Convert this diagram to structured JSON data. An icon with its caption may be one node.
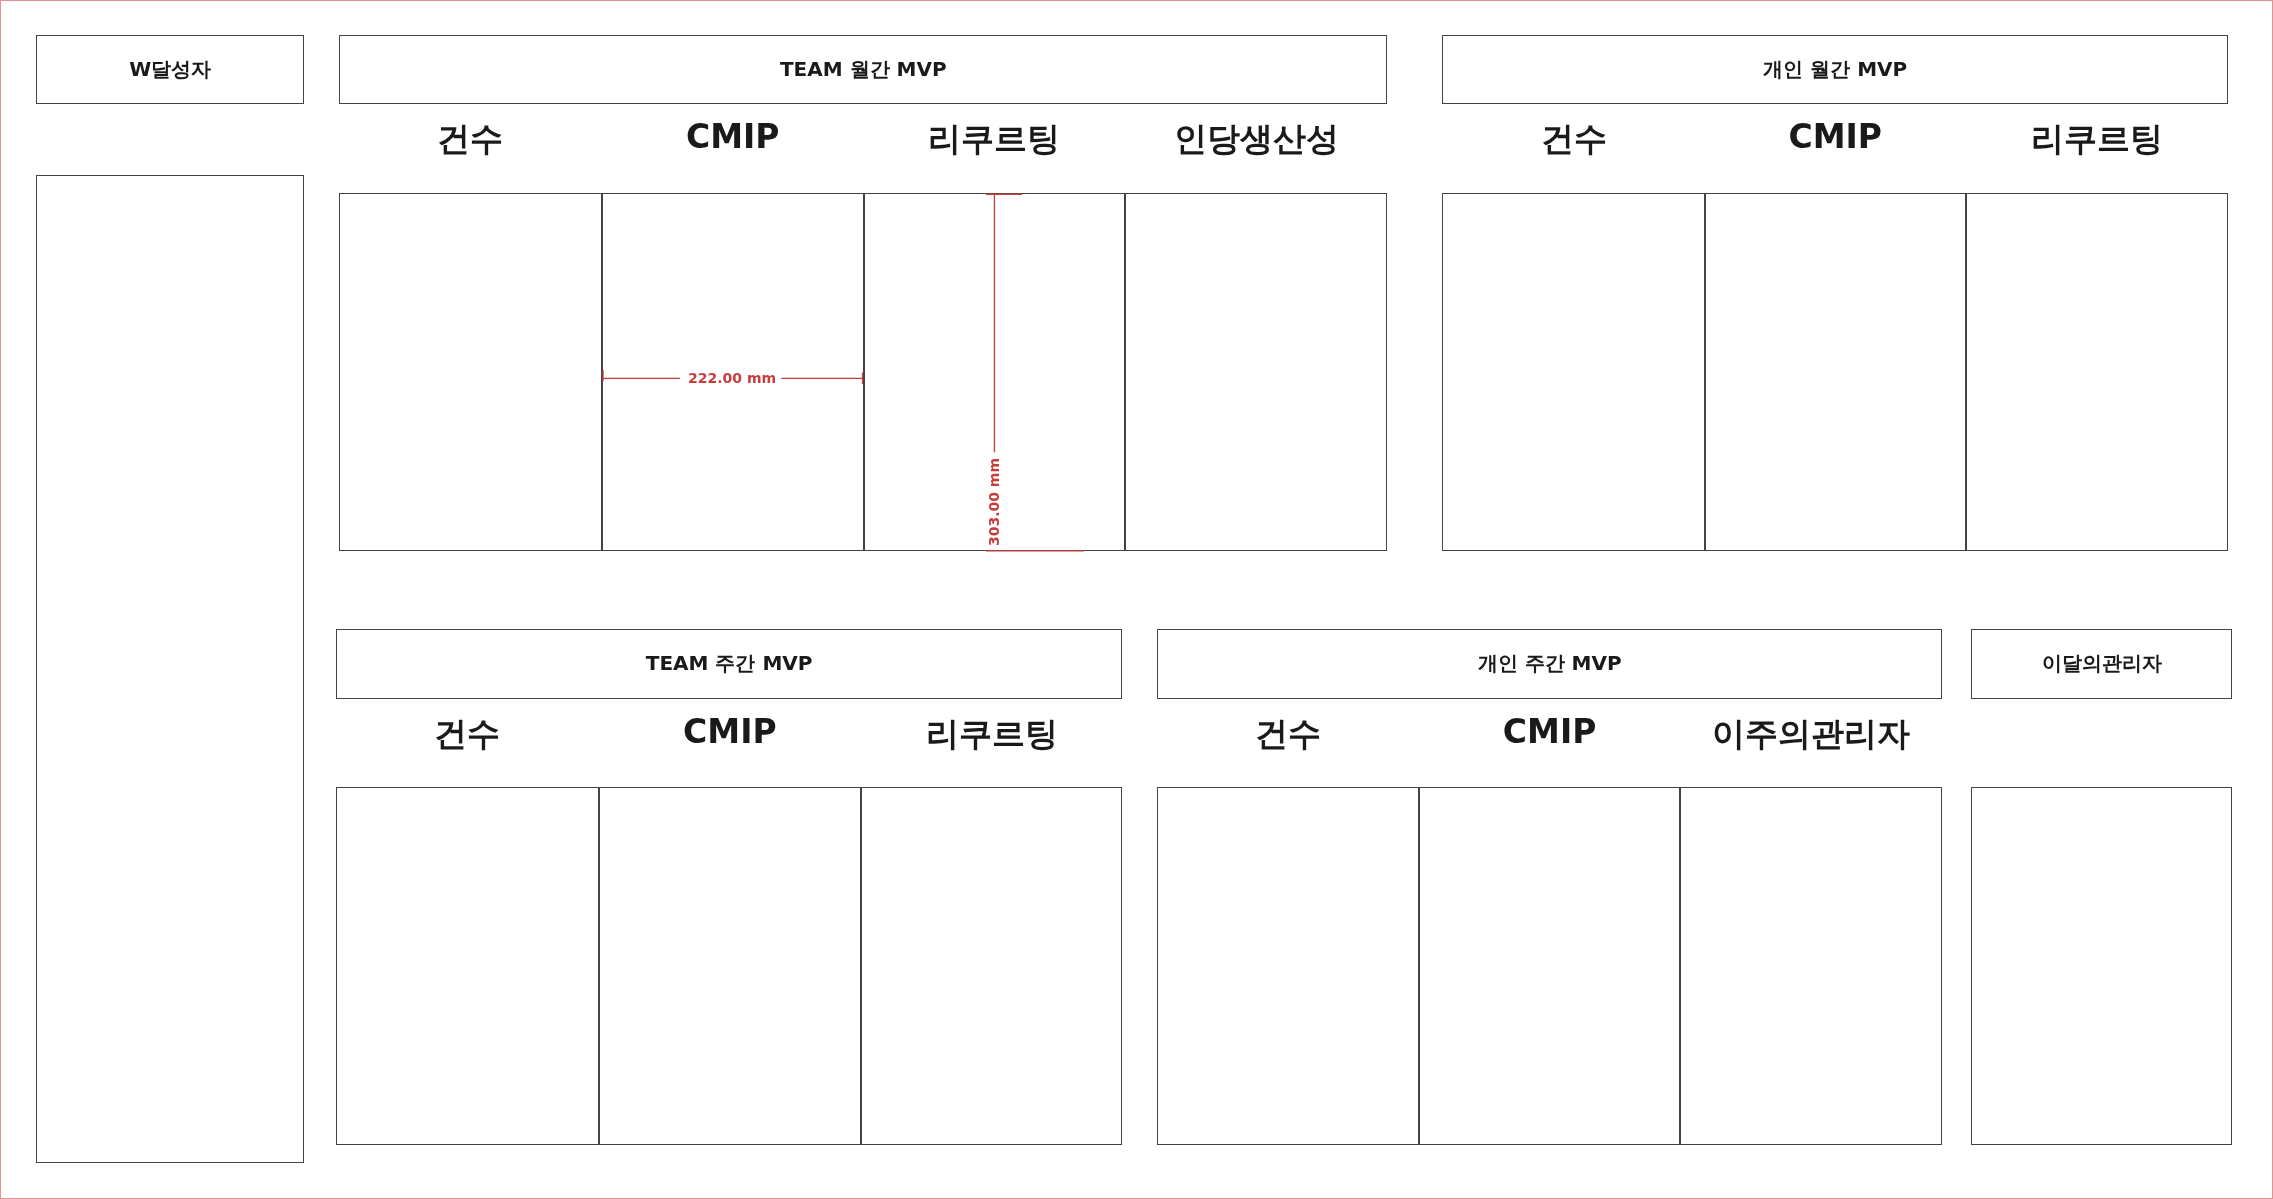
{
  "diagram": {
    "nodes": [
      {
        "text": [
          "W달성자"
        ]
      },
      {
        "text": [],
        "shape": "box"
      },
      {
        "text": [
          "TEAM 월간 MVP"
        ]
      },
      {
        "text": [
          "건수"
        ]
      },
      {
        "text": [
          "CMIP"
        ]
      },
      {
        "text": [
          "리쿠르팅"
        ]
      },
      {
        "text": [
          "인당생산성"
        ]
      },
      {
        "text": [
          "개인 월간 MVP"
        ]
      },
      {
        "text": [
          "건수"
        ]
      },
      {
        "text": [
          "CMIP"
        ]
      },
      {
        "text": [
          "리쿠르팅"
        ]
      },
      {
        "text": [
          "TEAM 주간 MVP"
        ]
      },
      {
        "text": [
          "건수"
        ]
      },
      {
        "text": [
          "CMIP"
        ]
      },
      {
        "text": [
          "리쿠르팅"
        ]
      },
      {
        "text": [
          "개인 주간 MVP"
        ]
      },
      {
        "text": [
          "건수"
        ]
      },
      {
        "text": [
          "CMIP"
        ]
      },
      {
        "text": [
          "이주의관리자"
        ]
      },
      {
        "text": [
          "이달의관리자"
        ]
      },
      {
        "text": [],
        "shape": "box"
      }
    ],
    "labels": [
      "222.00 mm",
      "303.00 mm"
    ]
  }
}
